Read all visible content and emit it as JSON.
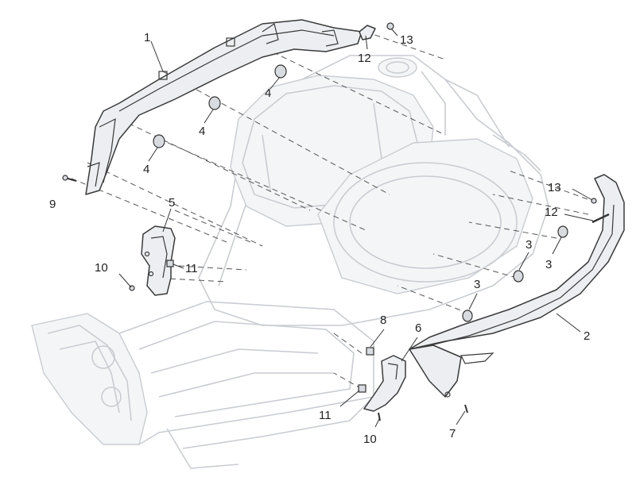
{
  "diagram": {
    "callouts": [
      {
        "id": "c1",
        "text": "1"
      },
      {
        "id": "c12a",
        "text": "12"
      },
      {
        "id": "c13a",
        "text": "13"
      },
      {
        "id": "c4a",
        "text": "4"
      },
      {
        "id": "c4b",
        "text": "4"
      },
      {
        "id": "c4c",
        "text": "4"
      },
      {
        "id": "c9",
        "text": "9"
      },
      {
        "id": "c5",
        "text": "5"
      },
      {
        "id": "c10a",
        "text": "10"
      },
      {
        "id": "c11a",
        "text": "11"
      },
      {
        "id": "c13b",
        "text": "13"
      },
      {
        "id": "c12b",
        "text": "12"
      },
      {
        "id": "c3a",
        "text": "3"
      },
      {
        "id": "c3b",
        "text": "3"
      },
      {
        "id": "c3c",
        "text": "3"
      },
      {
        "id": "c2",
        "text": "2"
      },
      {
        "id": "c8",
        "text": "8"
      },
      {
        "id": "c6",
        "text": "6"
      },
      {
        "id": "c11b",
        "text": "11"
      },
      {
        "id": "c10b",
        "text": "10"
      },
      {
        "id": "c7",
        "text": "7"
      }
    ]
  }
}
